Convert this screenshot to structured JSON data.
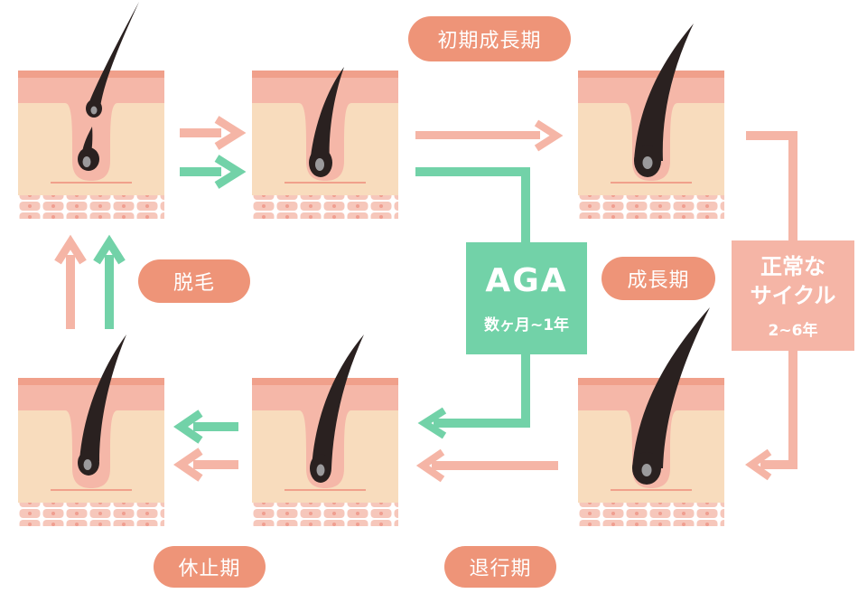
{
  "colors": {
    "epidermis": "#f5b7a8",
    "dermis": "#f8dcbd",
    "hair": "#2a2120",
    "cells": "#f6c7bb",
    "normal_arrow": "#f5b5a6",
    "aga_arrow": "#72d2a8",
    "pill": "#ee9478"
  },
  "stages": {
    "early_growth": "初期成長期",
    "growth": "成長期",
    "regression": "退行期",
    "resting": "休止期",
    "shedding": "脱毛"
  },
  "aga": {
    "title": "AGA",
    "duration": "数ヶ月~1年"
  },
  "normal_cycle": {
    "title_line1": "正常な",
    "title_line2": "サイクル",
    "duration": "2~6年"
  }
}
